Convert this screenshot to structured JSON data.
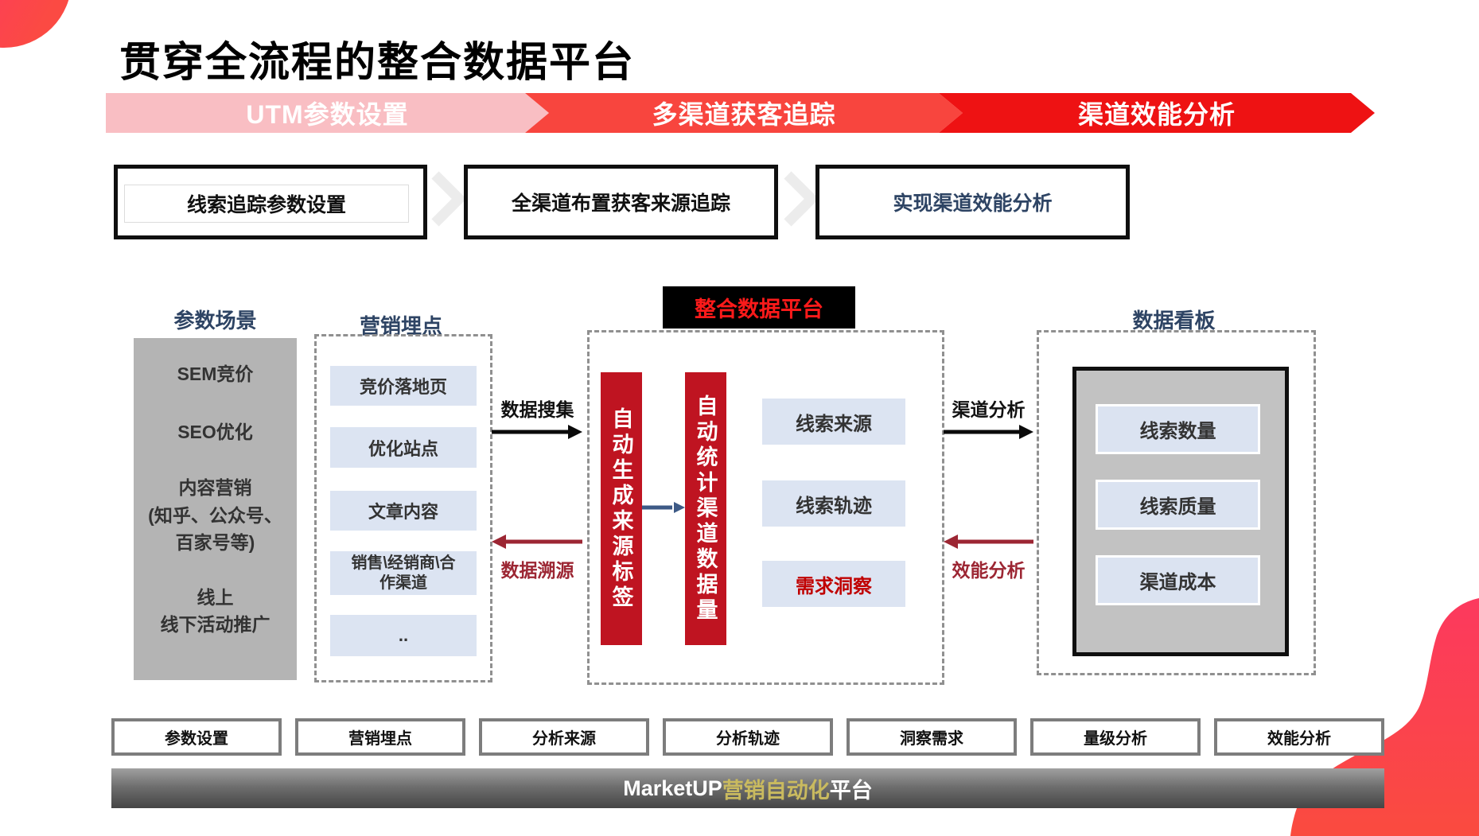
{
  "page": {
    "title": "贯穿全流程的整合数据平台"
  },
  "colors": {
    "banner1": "#f9bec3",
    "banner2": "#f8453e",
    "banner3": "#ee1213",
    "platform_label_text": "#fb1a1a",
    "red_bar": "#bf1421",
    "navy_heading": "#2e4464",
    "dark_red_flow": "#9c2633",
    "light_blue_item": "#dce4f2",
    "gray_panel": "#b4b4b4",
    "footer_gold": "#c9ba5f",
    "corner_accent": "#fb4253"
  },
  "banners": [
    {
      "label": "UTM参数设置"
    },
    {
      "label": "多渠道获客追踪"
    },
    {
      "label": "渠道效能分析"
    }
  ],
  "process": {
    "steps": [
      {
        "label": "线索追踪参数设置"
      },
      {
        "label": "全渠道布置获客来源追踪"
      },
      {
        "label": "实现渠道效能分析"
      }
    ]
  },
  "headers": {
    "params": "参数场景",
    "marketing": "营销埋点",
    "platform": "整合数据平台",
    "dashboard": "数据看板"
  },
  "params_panel": {
    "groups": [
      "SEM竞价",
      "SEO优化",
      "内容营销\n(知乎、公众号、\n百家号等)",
      "线上\n线下活动推广"
    ]
  },
  "marketing_panel": {
    "items": [
      "竞价落地页",
      "优化站点",
      "文章内容",
      "销售\\经销商\\合\n作渠道",
      ".."
    ]
  },
  "platform_panel": {
    "bars": [
      "自动生成来源标签",
      "自动统计渠道数据量"
    ],
    "outputs": [
      {
        "label": "线索来源"
      },
      {
        "label": "线索轨迹"
      },
      {
        "label": "需求洞察"
      }
    ]
  },
  "dashboard_panel": {
    "metrics": [
      "线索数量",
      "线索质量",
      "渠道成本"
    ]
  },
  "flows": {
    "collect": "数据搜集",
    "trace": "数据溯源",
    "channel": "渠道分析",
    "efficiency": "效能分析"
  },
  "bottom_steps": [
    "参数设置",
    "营销埋点",
    "分析来源",
    "分析轨迹",
    "洞察需求",
    "量级分析",
    "效能分析"
  ],
  "footer": {
    "brand": "MarketUP",
    "highlight": "营销自动化",
    "suffix": "平台"
  }
}
